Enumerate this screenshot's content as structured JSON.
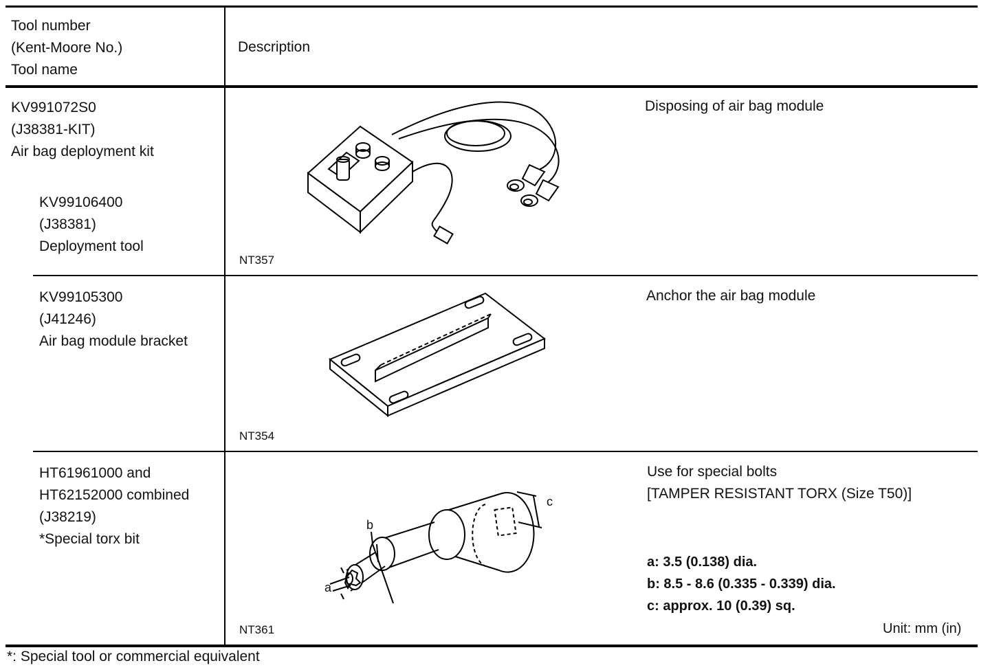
{
  "header": {
    "tool_col": [
      "Tool number",
      "(Kent-Moore No.)",
      "Tool name"
    ],
    "desc_col": "Description"
  },
  "rows": [
    {
      "tool": [
        "KV991072S0",
        "(J38381-KIT)",
        "Air bag deployment kit"
      ],
      "subtool": [
        "KV99106400",
        "(J38381)",
        "Deployment tool"
      ],
      "code": "NT357",
      "icon": "deployment-kit-illustration",
      "desc": [
        "Disposing of air bag module"
      ]
    },
    {
      "tool": [
        "KV99105300",
        "(J41246)",
        "Air bag module bracket"
      ],
      "code": "NT354",
      "icon": "module-bracket-illustration",
      "desc": [
        "Anchor the air bag module"
      ]
    },
    {
      "tool": [
        "HT61961000 and",
        "HT62152000 combined",
        "(J38219)",
        "*Special torx bit"
      ],
      "code": "NT361",
      "icon": "torx-bit-illustration",
      "desc": [
        "Use for special bolts",
        "[TAMPER RESISTANT TORX (Size T50)]"
      ],
      "labels": {
        "a": "a",
        "b": "b",
        "c": "c"
      },
      "specs": [
        "a: 3.5 (0.138) dia.",
        "b: 8.5 - 8.6 (0.335 - 0.339) dia.",
        "c: approx. 10 (0.39) sq."
      ],
      "unit": "Unit: mm (in)"
    }
  ],
  "footnote": "*: Special tool or commercial equivalent"
}
